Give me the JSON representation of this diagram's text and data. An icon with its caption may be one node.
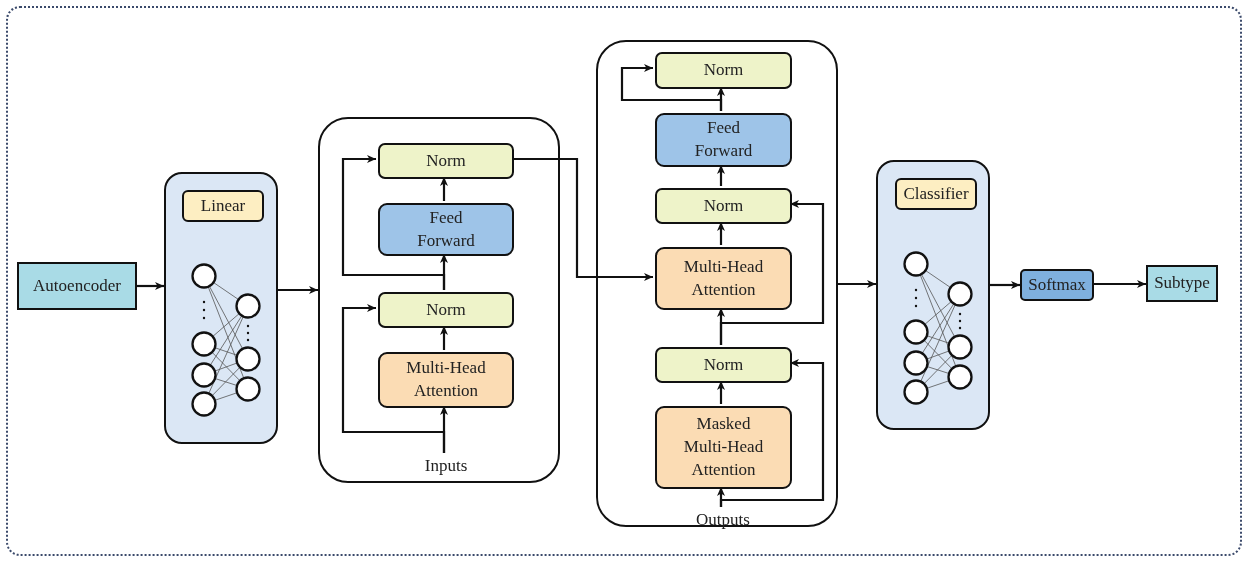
{
  "diagram": {
    "nodes": [
      {
        "text": [
          "Autoencoder"
        ]
      },
      {
        "text": [],
        "shape": "box"
      },
      {
        "text": [
          "Linear"
        ],
        "in": 1
      },
      {
        "text": [],
        "shape": "box"
      },
      {
        "text": [
          "Norm"
        ],
        "in": 3
      },
      {
        "text": [
          "Feed Forward"
        ],
        "in": 3
      },
      {
        "text": [
          "Norm"
        ],
        "in": 3
      },
      {
        "text": [
          "Multi-Head Attention"
        ],
        "in": 3
      },
      {
        "text": [
          "Inputs"
        ],
        "in": 3
      },
      {
        "text": [],
        "shape": "box"
      },
      {
        "text": [
          "Norm"
        ],
        "in": 9
      },
      {
        "text": [
          "Feed Forward"
        ],
        "in": 9
      },
      {
        "text": [
          "Norm"
        ],
        "in": 9
      },
      {
        "text": [
          "Multi-Head Attention"
        ],
        "in": 9
      },
      {
        "text": [
          "Norm"
        ],
        "in": 9
      },
      {
        "text": [
          "Masked Multi-Head Attention"
        ],
        "in": 9
      },
      {
        "text": [
          "Outputs"
        ],
        "in": 9
      },
      {
        "text": [],
        "shape": "box"
      },
      {
        "text": [
          "Classifier"
        ],
        "in": 17
      },
      {
        "text": [
          "Softmax"
        ]
      },
      {
        "text": [
          "Subtype"
        ]
      }
    ],
    "edges": [
      {
        "from": 0,
        "to": 1,
        "arrow": "to"
      },
      {
        "from": 1,
        "to": 3,
        "arrow": "to"
      },
      {
        "from": 8,
        "to": 7,
        "arrow": "to"
      },
      {
        "from": 8,
        "to": 6,
        "arrow": "to"
      },
      {
        "from": 7,
        "to": 6,
        "arrow": "to"
      },
      {
        "from": 6,
        "to": 5,
        "arrow": "to"
      },
      {
        "from": 6,
        "to": 4,
        "arrow": "to"
      },
      {
        "from": 5,
        "to": 4,
        "arrow": "to"
      },
      {
        "from": 4,
        "to": 13,
        "arrow": "to"
      },
      {
        "from": 16,
        "to": 15,
        "arrow": "to"
      },
      {
        "from": 16,
        "to": 14,
        "arrow": "to"
      },
      {
        "from": 15,
        "to": 14,
        "arrow": "to"
      },
      {
        "from": 14,
        "to": 13,
        "arrow": "to"
      },
      {
        "from": 14,
        "to": 12,
        "arrow": "to"
      },
      {
        "from": 13,
        "to": 12,
        "arrow": "to"
      },
      {
        "from": 12,
        "to": 11,
        "arrow": "to"
      },
      {
        "from": 11,
        "to": 10,
        "arrow": "to"
      },
      {
        "from": 11,
        "to": 10,
        "arrow": "to"
      },
      {
        "from": 9,
        "to": 17,
        "arrow": "to"
      },
      {
        "from": 17,
        "to": 19,
        "arrow": "to"
      },
      {
        "from": 19,
        "to": 20,
        "arrow": "to"
      }
    ]
  }
}
